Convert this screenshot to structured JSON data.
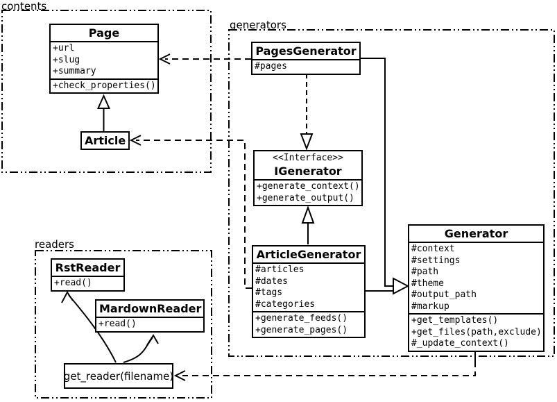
{
  "diagram": {
    "colors": {
      "background": "#ffffff",
      "line": "#000000",
      "box_fill": "#ffffff"
    }
  },
  "packages": {
    "contents": {
      "label": "contents"
    },
    "generators": {
      "label": "generators"
    },
    "readers": {
      "label": "readers"
    }
  },
  "classes": {
    "page": {
      "title": "Page",
      "attrs": [
        "+url",
        "+slug",
        "+summary"
      ],
      "methods": [
        "+check_properties()"
      ]
    },
    "article": {
      "title": "Article"
    },
    "pages_generator": {
      "title": "PagesGenerator",
      "attrs": [
        "#pages"
      ]
    },
    "igenerator": {
      "stereotype": "<<Interface>>",
      "title": "IGenerator",
      "methods": [
        "+generate_context()",
        "+generate_output()"
      ]
    },
    "article_generator": {
      "title": "ArticleGenerator",
      "attrs": [
        "#articles",
        "#dates",
        "#tags",
        "#categories"
      ],
      "methods": [
        "+generate_feeds()",
        "+generate_pages()"
      ]
    },
    "generator": {
      "title": "Generator",
      "attrs": [
        "#context",
        "#settings",
        "#path",
        "#theme",
        "#output_path",
        "#markup"
      ],
      "methods": [
        "+get_templates()",
        "+get_files(path,exclude)",
        "#_update_context()"
      ]
    },
    "rst_reader": {
      "title": "RstReader",
      "methods": [
        "+read()"
      ]
    },
    "mardown_reader": {
      "title": "MardownReader",
      "methods": [
        "+read()"
      ]
    },
    "get_reader": {
      "label": "get_reader(filename)"
    }
  }
}
